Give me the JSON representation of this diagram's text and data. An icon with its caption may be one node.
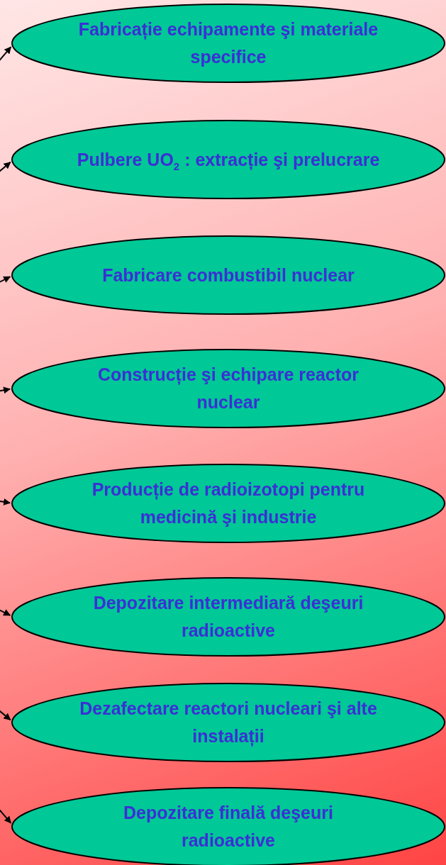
{
  "diagram": {
    "nodes": [
      {
        "text": [
          "Fabricație echipamente şi materiale specifice"
        ]
      },
      {
        "text": [
          "Pulbere UO$_{2}$ : extracție şi prelucrare"
        ]
      },
      {
        "text": [
          "Fabricare combustibil nuclear"
        ]
      },
      {
        "text": [
          "Construcție şi echipare reactor nuclear"
        ]
      },
      {
        "text": [
          "Producție de radioizotopi pentru medicină şi industrie"
        ]
      },
      {
        "text": [
          "Depozitare intermediară deşeuri radioactive"
        ]
      },
      {
        "text": [
          "Dezafectare reactori nucleari şi alte instalații"
        ]
      },
      {
        "text": [
          "Depozitare finală deşeuri radioactive"
        ]
      }
    ],
    "edges": [
      {
        "from": null,
        "to": 0,
        "arrow": "to"
      },
      {
        "from": null,
        "to": 1,
        "arrow": "to"
      },
      {
        "from": null,
        "to": 2,
        "arrow": "to"
      },
      {
        "from": null,
        "to": 3,
        "arrow": "to"
      },
      {
        "from": null,
        "to": 4,
        "arrow": "to"
      },
      {
        "from": null,
        "to": 5,
        "arrow": "to"
      },
      {
        "from": null,
        "to": 6,
        "arrow": "to"
      },
      {
        "from": null,
        "to": 7,
        "arrow": "to"
      }
    ]
  }
}
